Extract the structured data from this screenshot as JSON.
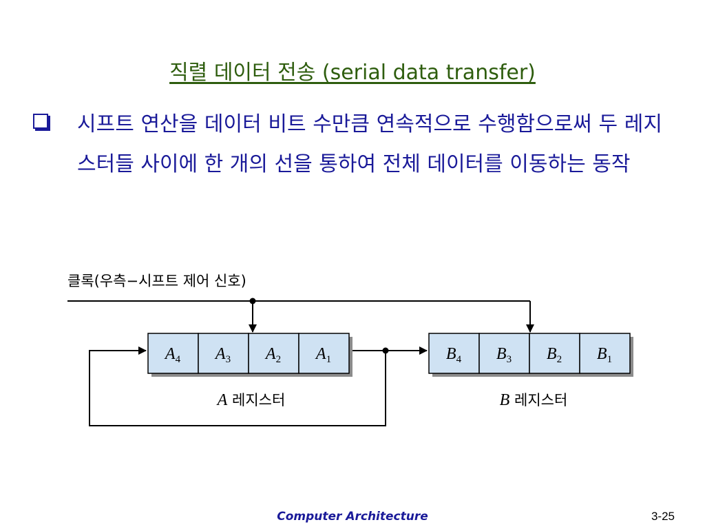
{
  "slide": {
    "title": "직렬 데이터 전송 (serial data transfer)",
    "bullet_text": "시프트 연산을 데이터 비트 수만큼 연속적으로 수행함으로써 두 레지스터들 사이에 한 개의 선을 통하여 전체 데이터를 이동하는 동작"
  },
  "diagram": {
    "clock_label": "클록(우측−시프트 제어 신호)",
    "register_a": {
      "letter": "A",
      "suffix": " 레지스터",
      "cells": [
        {
          "base": "A",
          "sub": "4"
        },
        {
          "base": "A",
          "sub": "3"
        },
        {
          "base": "A",
          "sub": "2"
        },
        {
          "base": "A",
          "sub": "1"
        }
      ]
    },
    "register_b": {
      "letter": "B",
      "suffix": " 레지스터",
      "cells": [
        {
          "base": "B",
          "sub": "4"
        },
        {
          "base": "B",
          "sub": "3"
        },
        {
          "base": "B",
          "sub": "2"
        },
        {
          "base": "B",
          "sub": "1"
        }
      ]
    },
    "colors": {
      "cell_fill": "#cfe2f3",
      "cell_shadow": "#8c8c8c",
      "line": "#000000"
    }
  },
  "footer": {
    "course": "Computer Architecture",
    "page": "3-25"
  }
}
